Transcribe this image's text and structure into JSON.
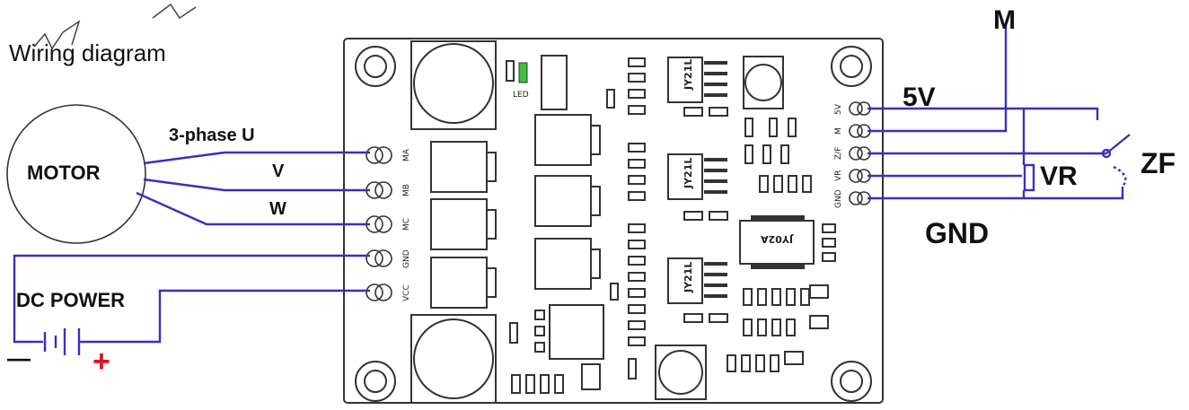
{
  "title": "Wiring diagram",
  "labels": {
    "motor": "MOTOR",
    "phase_u": "3-phase U",
    "phase_v": "V",
    "phase_w": "W",
    "dc_power": "DC POWER",
    "minus": "—",
    "plus": "+",
    "v5": "5V",
    "m": "M",
    "zf": "ZF",
    "vr": "VR",
    "gnd": "GND"
  },
  "board": {
    "left_pins": [
      "MA",
      "MB",
      "MC",
      "GND",
      "VCC"
    ],
    "right_pins": [
      "5V",
      "M",
      "Z/F",
      "VR",
      "GND"
    ],
    "chips": [
      "JY21L",
      "JY21L",
      "JY21L",
      "JY02A"
    ],
    "led": "LED"
  },
  "colors": {
    "wire": "#3a2fc0",
    "board_outline": "#333333",
    "plus_red": "#e0141b",
    "text": "#111111"
  }
}
